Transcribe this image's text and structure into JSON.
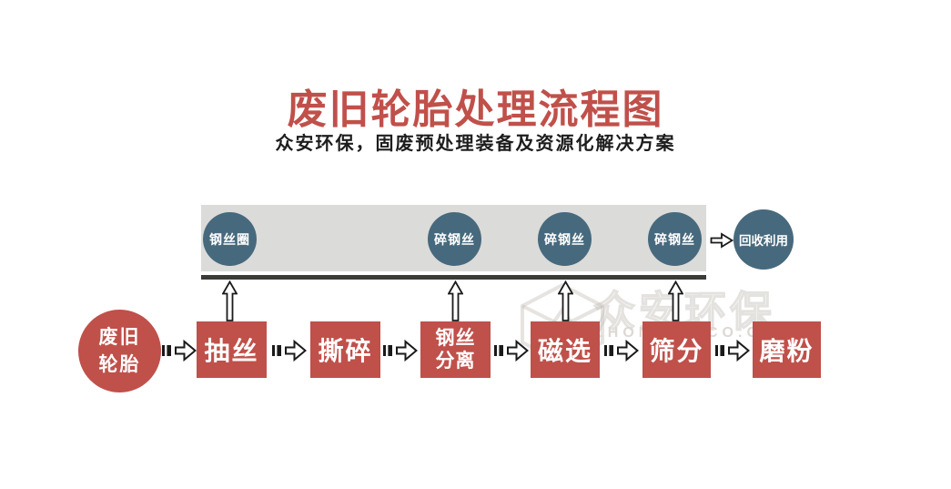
{
  "header": {
    "title": "废旧轮胎处理流程图",
    "subtitle": "众安环保，固废预处理装备及资源化解决方案"
  },
  "colors": {
    "accent_red": "#c0504a",
    "node_teal": "#47697d",
    "band_gray": "#dbdbd9",
    "timeline_dark": "#3b3a36",
    "arrow_outline": "#1a1a1a"
  },
  "outputs": {
    "items": [
      {
        "label": "钢丝圈"
      },
      {
        "label": "碎钢丝"
      },
      {
        "label": "碎钢丝"
      },
      {
        "label": "碎钢丝"
      }
    ],
    "result": {
      "label": "回收利用"
    }
  },
  "flow": {
    "source": {
      "label": "废旧轮胎",
      "lines": [
        "废旧",
        "轮胎"
      ]
    },
    "steps": [
      {
        "label": "抽丝"
      },
      {
        "label": "撕碎"
      },
      {
        "label": "钢丝分离",
        "lines": [
          "钢丝",
          "分离"
        ]
      },
      {
        "label": "磁选"
      },
      {
        "label": "筛分"
      },
      {
        "label": "磨粉"
      }
    ]
  },
  "watermark": {
    "logo": "hexagon-logo",
    "text": "众安环保",
    "line2_left": "ZHON",
    "line2_right": "CO.C"
  }
}
